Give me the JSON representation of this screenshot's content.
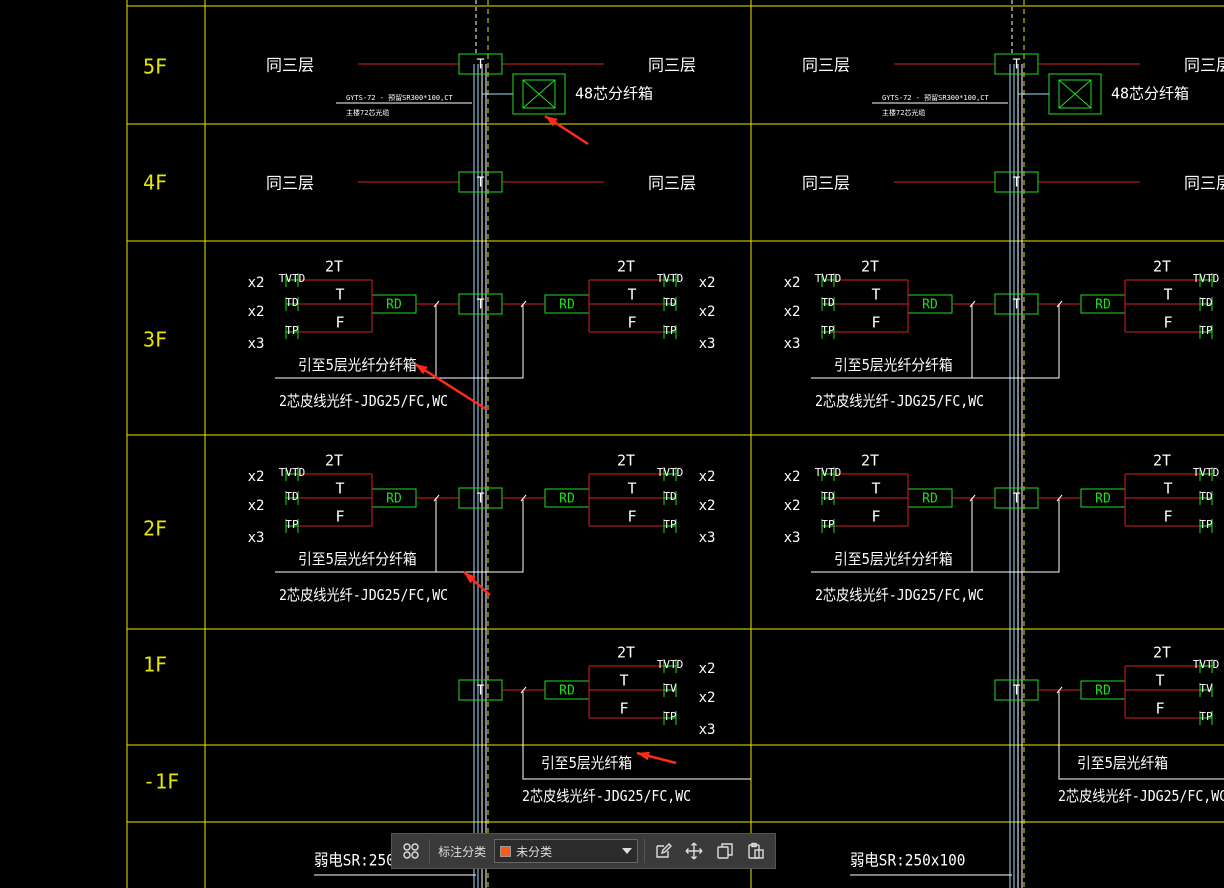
{
  "floors": [
    "5F",
    "4F",
    "3F",
    "2F",
    "1F",
    "-1F"
  ],
  "colors": {
    "grid": "#e6e600",
    "frame": "#22dd22",
    "line": "#d42020",
    "cable": "#9fe0ff",
    "text": "#ffffff",
    "floor_text": "#e6e600",
    "arrow": "#ff2a1a",
    "swatch": "#ff5a14"
  },
  "labels": {
    "same_floor": "同三层",
    "tee": "T",
    "rd": "RD",
    "two_t": "2T",
    "t": "T",
    "f": "F",
    "tvtd": "TVTD",
    "td": "TD",
    "tp": "TP",
    "tv": "TV",
    "x2": "x2",
    "x3": "x3",
    "box_48": "48芯分纤箱",
    "cable_spec_a": "GYTS-72 - 预留SR300*100,CT",
    "cable_spec_b": "主楼72芯光缆",
    "lead_to_5f_box": "引至5层光纤分纤箱",
    "lead_to_5f_fiber_box": "引至5层光纤箱",
    "fiber_cable": "2芯皮线光纤-JDG25/FC,WC",
    "weak_sr_a": "弱电SR:250",
    "weak_sr_b": "弱电SR:250x100"
  },
  "toolbar": {
    "category_label": "标注分类",
    "category_value": "未分类"
  }
}
